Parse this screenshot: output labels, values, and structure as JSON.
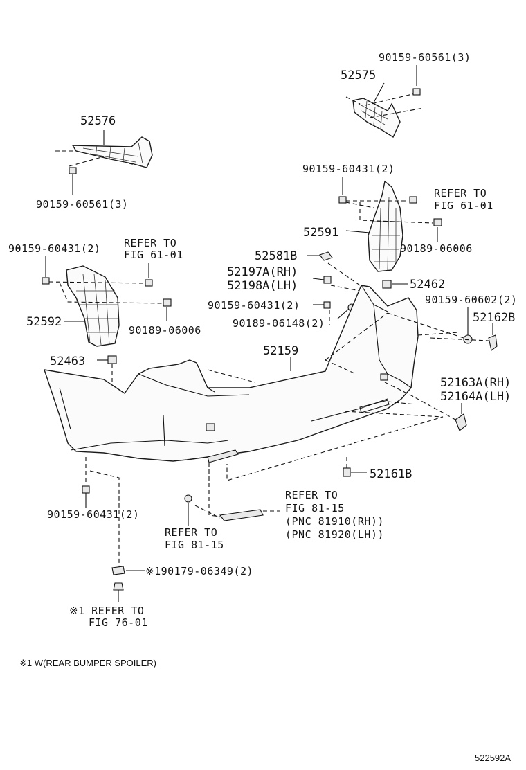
{
  "labels": {
    "p52575": "52575",
    "p90159_60561_a": "90159-60561(3)",
    "p52576": "52576",
    "p90159_60561_b": "90159-60561(3)",
    "p90159_60431_a": "90159-60431(2)",
    "refer_61_01_a_1": "REFER TO",
    "refer_61_01_a_2": "FIG 61-01",
    "p52591": "52591",
    "p90189_06006_a": "90189-06006",
    "p90159_60431_b": "90159-60431(2)",
    "refer_61_01_b_1": "REFER TO",
    "refer_61_01_b_2": "FIG 61-01",
    "p52581B": "52581B",
    "p52197A": "52197A(RH)",
    "p52198A": "52198A(LH)",
    "p52462": "52462",
    "p90159_60431_c": "90159-60431(2)",
    "p90189_06148": "90189-06148(2)",
    "p90159_60602": "90159-60602(2)",
    "p52162B": "52162B",
    "p52592": "52592",
    "p90189_06006_b": "90189-06006",
    "p52463": "52463",
    "p52159": "52159",
    "p52163A": "52163A(RH)",
    "p52164A": "52164A(LH)",
    "p52161B": "52161B",
    "refer_81_15_a_1": "REFER TO",
    "refer_81_15_a_2": "FIG 81-15",
    "pnc_81910": "(PNC 81910(RH))",
    "pnc_81920": "(PNC 81920(LH))",
    "p90159_60431_d": "90159-60431(2)",
    "refer_81_15_b_1": "REFER TO",
    "refer_81_15_b_2": "FIG 81-15",
    "p90179_06349": "※190179-06349(2)",
    "refer_76_01_1": "※1 REFER TO",
    "refer_76_01_2": "FIG 76-01"
  },
  "footnote": "※1 W(REAR BUMPER SPOILER)",
  "figure_code": "522592A"
}
